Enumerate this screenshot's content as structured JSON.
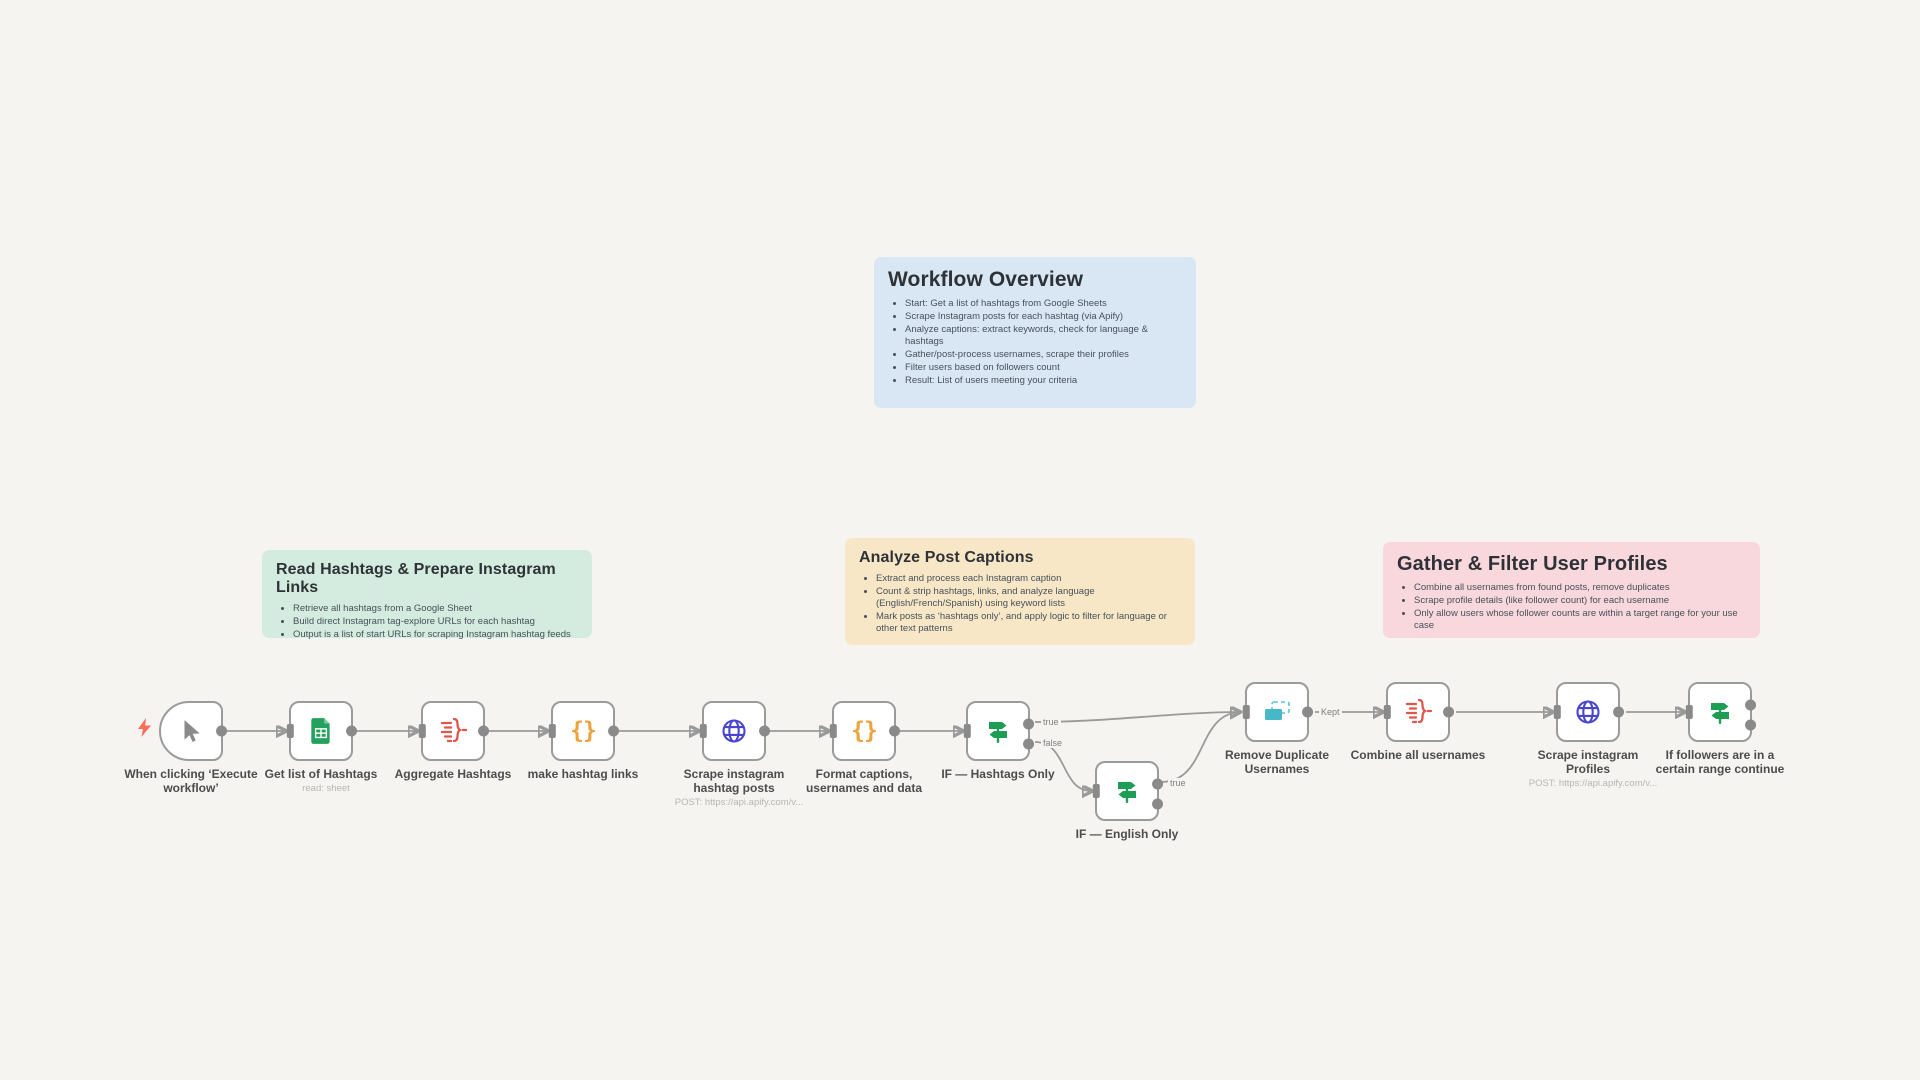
{
  "canvas": {
    "background": "#f5f4f1"
  },
  "colors": {
    "sticky_blue": "#d9e7f5",
    "sticky_green": "#d4ecdf",
    "sticky_orange": "#f7e7c6",
    "sticky_pink": "#f8d8dd",
    "wire_gray": "#9a9a9a",
    "icon_sheets_green": "#23a15d",
    "icon_aggregate_red": "#e0564a",
    "icon_code_orange": "#eda33c",
    "icon_http_indigo": "#4845d2",
    "icon_if_green": "#1d9e54",
    "icon_dedupe_teal": "#46b8c8",
    "trigger_bolt_coral": "#ff6d5a"
  },
  "sticky_notes": [
    {
      "title": "Workflow Overview",
      "bullets": [
        "Start: Get a list of hashtags from Google Sheets",
        "Scrape Instagram posts for each hashtag (via Apify)",
        "Analyze captions: extract keywords, check for language & hashtags",
        "Gather/post-process usernames, scrape their profiles",
        "Filter users based on followers count",
        "Result: List of users meeting your criteria"
      ]
    },
    {
      "title": "Read Hashtags & Prepare Instagram Links",
      "bullets": [
        "Retrieve all hashtags from a Google Sheet",
        "Build direct Instagram tag-explore URLs for each hashtag",
        "Output is a list of start URLs for scraping Instagram hashtag feeds"
      ]
    },
    {
      "title": "Analyze Post Captions",
      "bullets": [
        "Extract and process each Instagram caption",
        "Count & strip hashtags, links, and analyze language (English/French/Spanish) using keyword lists",
        "Mark posts as ‘hashtags only’, and apply logic to filter for language or other text patterns"
      ]
    },
    {
      "title": "Gather & Filter User Profiles",
      "bullets": [
        "Combine all usernames from found posts, remove duplicates",
        "Scrape profile details (like follower count) for each username",
        "Only allow users whose follower counts are within a target range for your use case"
      ]
    }
  ],
  "nodes": [
    {
      "label": "When clicking ‘Execute workflow’",
      "icon": "cursor-icon"
    },
    {
      "label": "Get list of Hashtags",
      "sublabel": "read: sheet",
      "icon": "google-sheets-icon"
    },
    {
      "label": "Aggregate Hashtags",
      "icon": "aggregate-icon"
    },
    {
      "label": "make hashtag links",
      "icon": "code-icon",
      "glyph": "{}"
    },
    {
      "label": "Scrape instagram hashtag posts",
      "sublabel": "POST: https://api.apify.com/v...",
      "icon": "globe-icon"
    },
    {
      "label": "Format captions, usernames and data",
      "icon": "code-icon",
      "glyph": "{}"
    },
    {
      "label": "IF — Hashtags Only",
      "icon": "if-icon"
    },
    {
      "label": "IF — English Only",
      "icon": "if-icon"
    },
    {
      "label": "Remove Duplicate Usernames",
      "icon": "remove-duplicates-icon"
    },
    {
      "label": "Combine all usernames",
      "icon": "aggregate-icon"
    },
    {
      "label": "Scrape instagram Profiles",
      "sublabel": "POST: https://api.apify.com/v...",
      "icon": "globe-icon"
    },
    {
      "label": "If followers are in a certain range continue",
      "icon": "if-icon"
    }
  ],
  "wire_labels": {
    "if1_true": "true",
    "if1_false": "false",
    "if2_true": "true",
    "dedupe_kept": "Kept"
  }
}
